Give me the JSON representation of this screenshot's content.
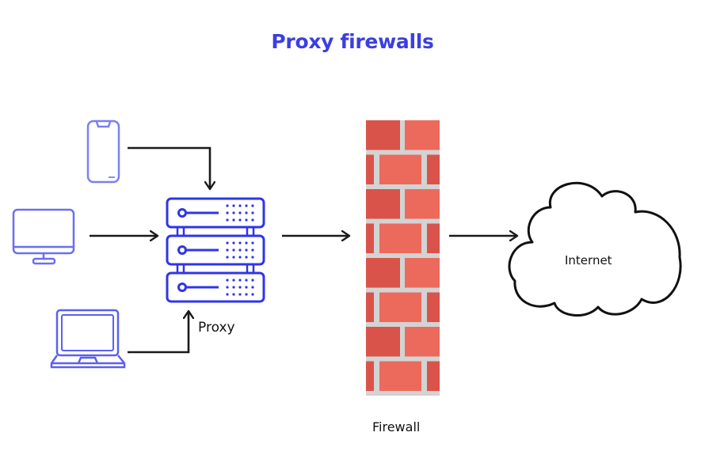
{
  "title": "Proxy firewalls",
  "nodes": {
    "phone": {
      "icon": "smartphone-icon"
    },
    "desktop": {
      "icon": "desktop-monitor-icon"
    },
    "laptop": {
      "icon": "laptop-icon"
    },
    "proxy": {
      "icon": "server-stack-icon",
      "label": "Proxy"
    },
    "firewall": {
      "icon": "brick-wall-icon",
      "label": "Firewall"
    },
    "internet": {
      "icon": "cloud-icon",
      "label": "Internet"
    }
  },
  "edges": [
    {
      "from": "phone",
      "to": "proxy"
    },
    {
      "from": "desktop",
      "to": "proxy"
    },
    {
      "from": "laptop",
      "to": "proxy"
    },
    {
      "from": "proxy",
      "to": "firewall"
    },
    {
      "from": "firewall",
      "to": "internet"
    }
  ],
  "colors": {
    "title": "#3b3fe0",
    "device_stroke": "#3b3fe0",
    "brick_dark": "#d9534a",
    "brick_light": "#ec6a5c",
    "mortar": "#d3d3d3",
    "arrow": "#1a1a1a"
  }
}
